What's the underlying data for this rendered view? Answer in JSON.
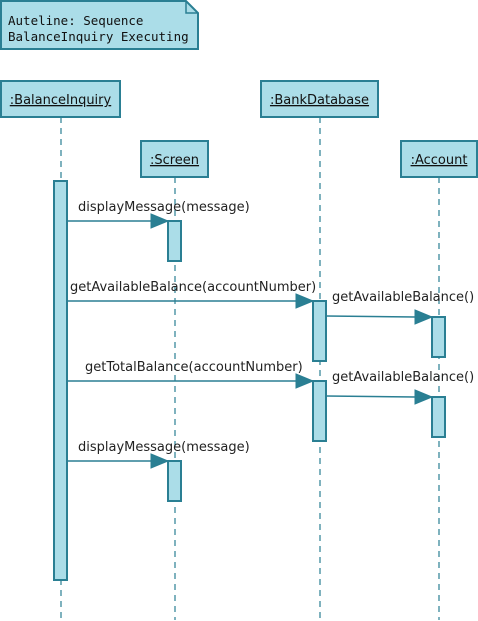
{
  "note": {
    "line1": "Auteline: Sequence",
    "line2": "BalanceInquiry Executing"
  },
  "participants": [
    {
      "id": "balanceinquiry",
      "label": ":BalanceInquiry"
    },
    {
      "id": "screen",
      "label": ":Screen"
    },
    {
      "id": "bankdatabase",
      "label": ":BankDatabase"
    },
    {
      "id": "account",
      "label": ":Account"
    }
  ],
  "messages": [
    {
      "from": "balanceinquiry",
      "to": "screen",
      "label": "displayMessage(message)"
    },
    {
      "from": "balanceinquiry",
      "to": "bankdatabase",
      "label": "getAvailableBalance(accountNumber)"
    },
    {
      "from": "bankdatabase",
      "to": "account",
      "label": "getAvailableBalance()"
    },
    {
      "from": "balanceinquiry",
      "to": "bankdatabase",
      "label": "getTotalBalance(accountNumber)"
    },
    {
      "from": "bankdatabase",
      "to": "account",
      "label": "getAvailableBalance()"
    },
    {
      "from": "balanceinquiry",
      "to": "screen",
      "label": "displayMessage(message)"
    }
  ],
  "colors": {
    "fill": "#abdde8",
    "stroke": "#2a7f93"
  }
}
